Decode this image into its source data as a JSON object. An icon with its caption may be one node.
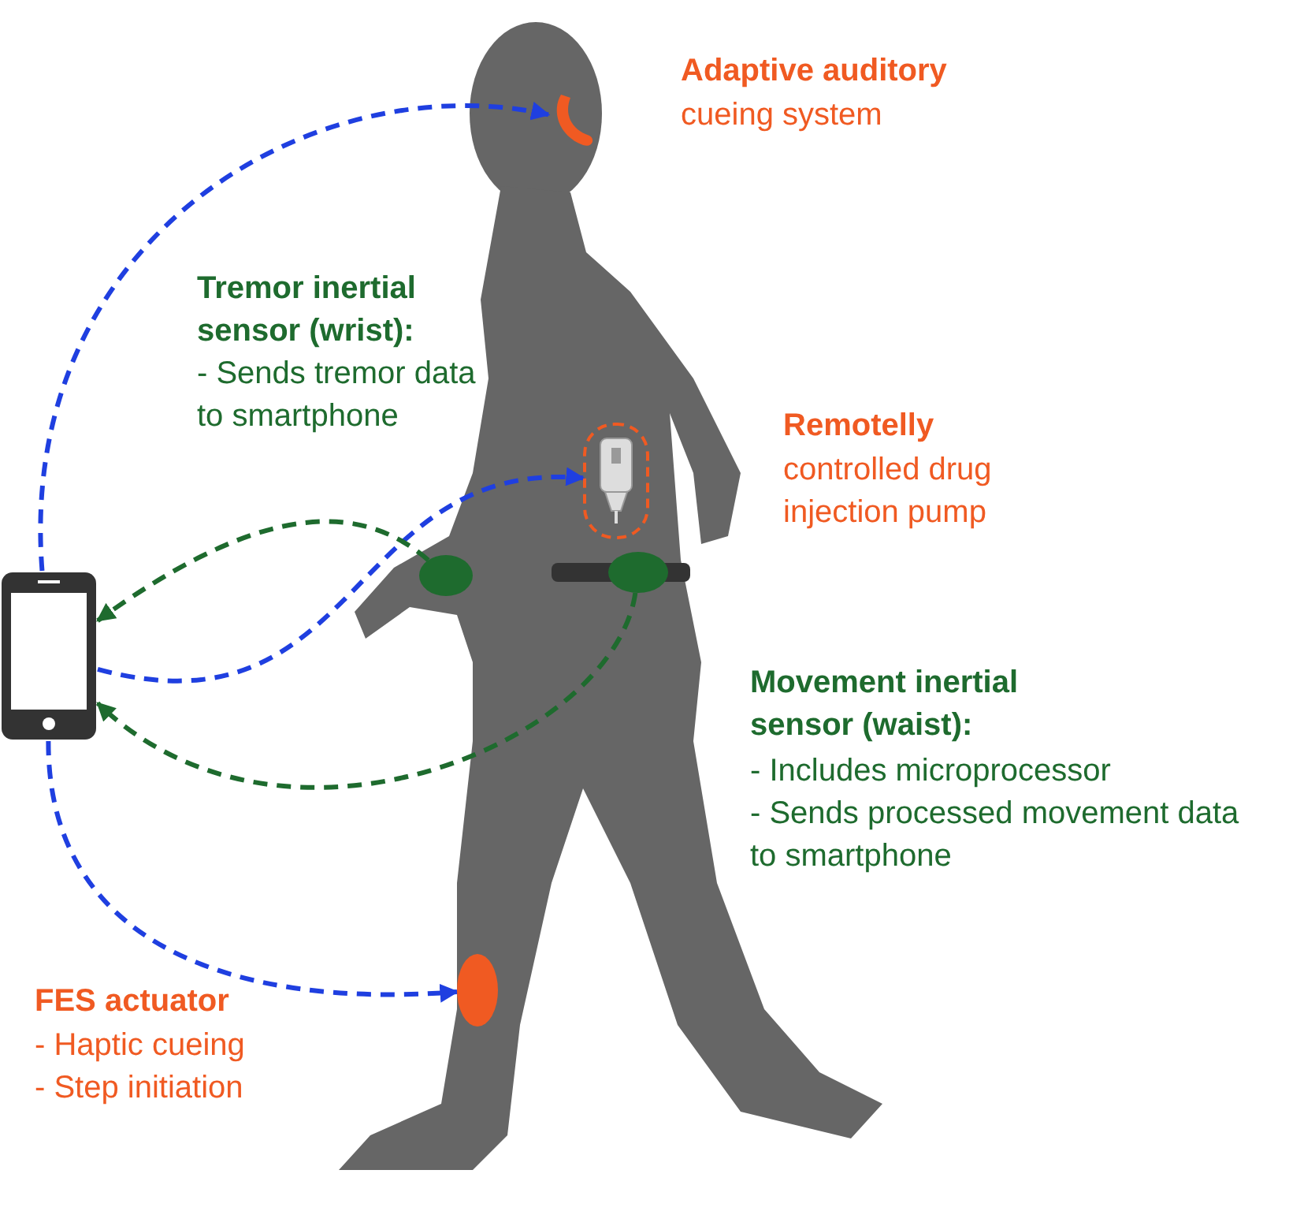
{
  "diagram": {
    "nodes": [
      {
        "text": [],
        "shape": "picture",
        "beside": [
          "Adaptive auditory",
          "cueing system"
        ]
      },
      {
        "text": [],
        "shape": "circle",
        "beside": [
          "Tremor inertial sensor (wrist):",
          "- Sends tremor data to smartphone"
        ]
      },
      {
        "text": [],
        "shape": "picture",
        "beside": [
          "Remotelly",
          "controlled drug injection pump"
        ]
      },
      {
        "text": [],
        "shape": "picture"
      },
      {
        "text": [],
        "shape": "circle",
        "beside": [
          "Movement inertial sensor (waist):",
          "- Includes microprocessor",
          "- Sends processed movement data to smartphone"
        ]
      },
      {
        "text": [],
        "shape": "circle",
        "beside": [
          "FES actuator",
          "- Haptic cueing",
          "- Step initiation"
        ]
      }
    ],
    "edges": [
      {
        "from": 3,
        "to": 0,
        "arrow": "to"
      },
      {
        "from": 3,
        "to": 2,
        "arrow": "to"
      },
      {
        "from": 1,
        "to": 3,
        "arrow": "to",
        "color": "#1e6b2e"
      },
      {
        "from": 4,
        "to": 3,
        "arrow": "to",
        "color": "#1e6b2e"
      },
      {
        "from": 3,
        "to": 5,
        "arrow": "to"
      }
    ]
  }
}
